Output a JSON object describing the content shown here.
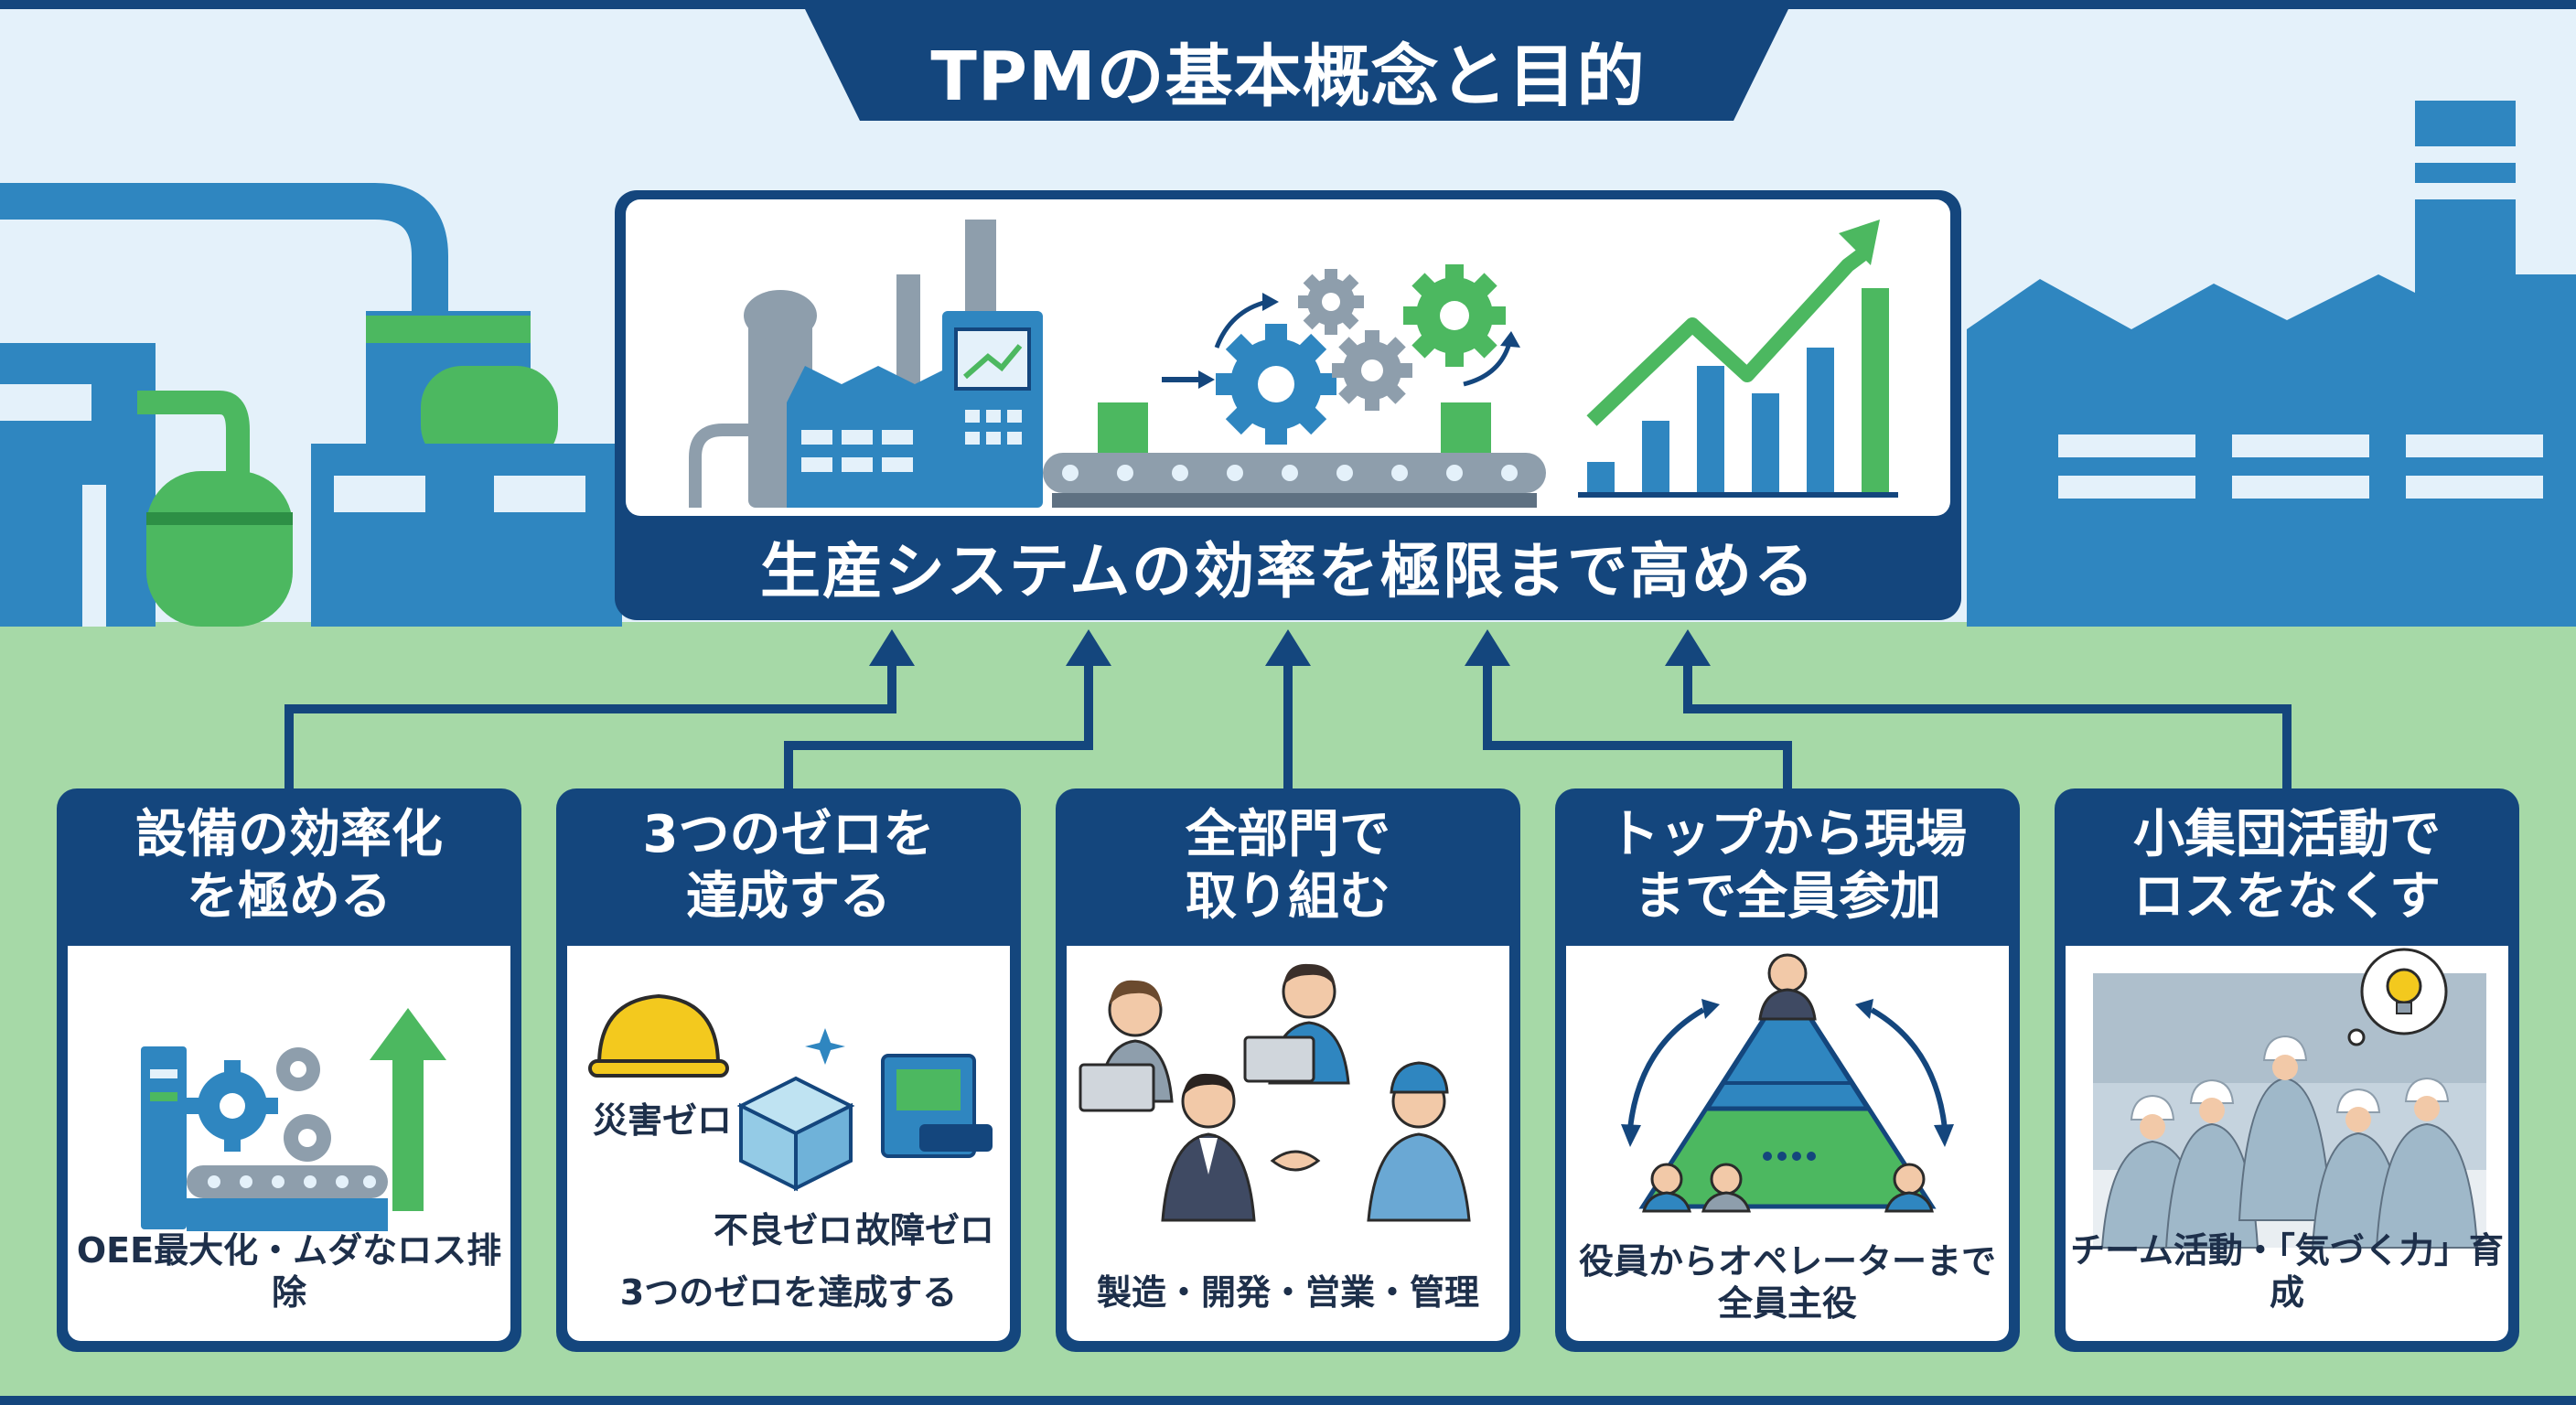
{
  "title": "TPMの基本概念と目的",
  "goal": "生産システムの効率を極限まで高める",
  "pillars": [
    {
      "heading": [
        "設備の効率化",
        "を極める"
      ],
      "caption": [
        "OEE最大化・ムダなロス排除"
      ]
    },
    {
      "heading": [
        "3つのゼロを",
        "達成する"
      ],
      "caption": [
        "3つのゼロを達成する"
      ],
      "zeros": [
        "災害ゼロ",
        "不良ゼロ",
        "故障ゼロ"
      ]
    },
    {
      "heading": [
        "全部門で",
        "取り組む"
      ],
      "caption": [
        "製造・開発・営業・管理"
      ]
    },
    {
      "heading": [
        "トップから現場",
        "まで全員参加"
      ],
      "caption": [
        "役員からオペレーターまで",
        "全員主役"
      ]
    },
    {
      "heading": [
        "小集団活動で",
        "ロスをなくす"
      ],
      "caption": [
        "チーム活動・「気づく力」育成"
      ]
    }
  ],
  "colors": {
    "navy": "#14467d",
    "blue": "#2f86c0",
    "light_sky": "#e4f1fa",
    "green": "#4cb860",
    "light_green": "#a6d9a7"
  }
}
